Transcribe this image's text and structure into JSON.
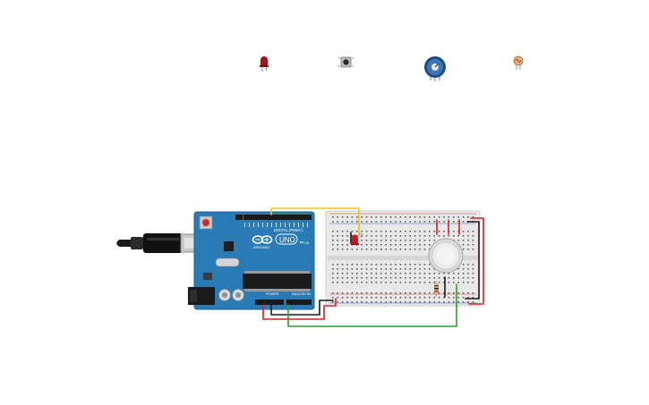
{
  "palette": [
    {
      "name": "led",
      "icon": "led-icon"
    },
    {
      "name": "pushbutton",
      "icon": "pushbutton-icon"
    },
    {
      "name": "potentiometer",
      "icon": "potentiometer-icon"
    },
    {
      "name": "photoresistor",
      "icon": "photoresistor-icon"
    }
  ],
  "arduino": {
    "brand": "ARDUINO",
    "model": "UNO",
    "digital_label": "DIGITAL (PWM~)",
    "power_label": "POWER",
    "analog_label": "ANALOG IN",
    "on_label": "ON"
  },
  "colors": {
    "board": "#2a7ab6",
    "breadboard": "#e9e9e9",
    "wire_yellow": "#f0c419",
    "wire_red": "#d92020",
    "wire_black": "#1a1a1a",
    "wire_green": "#2aa12a",
    "led_red": "#d8121a",
    "pot_blue": "#2d67a5"
  }
}
